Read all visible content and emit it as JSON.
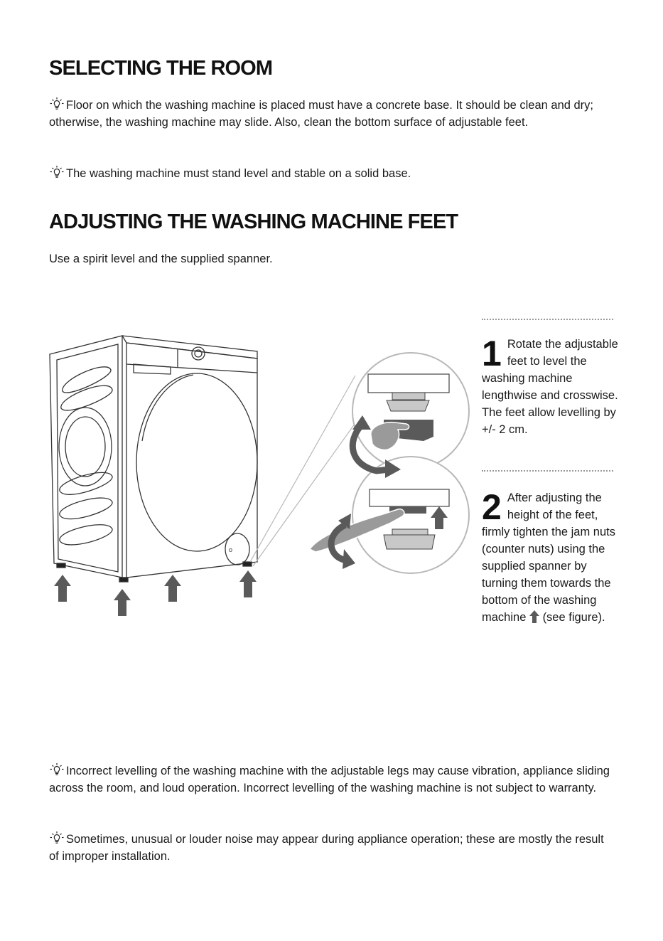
{
  "sections": {
    "room_heading": "SELECTING THE ROOM",
    "room_tip_1": "Floor on which the washing machine is placed must have a concrete base. It should be clean and dry; otherwise, the washing machine may slide. Also, clean the bottom surface of adjustable feet.",
    "room_tip_2": "The washing machine must stand level and stable on a solid base.",
    "feet_heading": "ADJUSTING THE WASHING MACHINE FEET",
    "feet_intro": "Use a spirit level and the supplied spanner."
  },
  "steps": [
    {
      "number": "1",
      "text": "Rotate the adjustable feet to level the washing machine lengthwise and crosswise. The feet allow levelling by +/- 2 cm."
    },
    {
      "number": "2",
      "text_before_icon": "After adjusting the height of the feet, firmly tighten the jam nuts (counter nuts) using the supplied spanner by turning them towards the bottom of the washing machine",
      "text_after_icon": "(see figure)."
    }
  ],
  "notes": {
    "tip_3": "Incorrect levelling of the washing machine with the adjustable legs may cause vibration, appliance sliding across the room, and loud operation. Incorrect levelling of the washing machine is not subject to warranty.",
    "tip_4": "Sometimes, unusual or louder noise may appear during appliance operation; these are mostly the result of improper installation."
  },
  "icons": {
    "tip": "lightbulb-icon",
    "arrow": "up-arrow-icon",
    "rotate": "rotate-arrow-icon",
    "hand": "hand-icon",
    "spanner": "spanner-icon"
  },
  "colors": {
    "text": "#1a1a1a",
    "arrow_gray": "#5a5a5a",
    "line_gray": "#333333",
    "light_gray": "#b8b8b8"
  }
}
